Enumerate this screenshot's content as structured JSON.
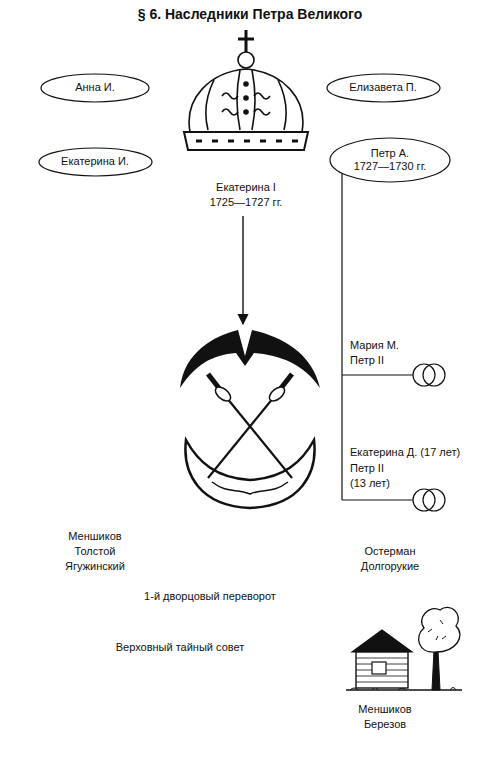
{
  "diagram": {
    "title": "§ 6. Наследники Петра Великого",
    "nodes": [
      {
        "text": [
          "Анна И."
        ]
      },
      {
        "text": [
          "Екатерина И."
        ]
      },
      {
        "text": [
          "Елизавета П."
        ]
      },
      {
        "text": [
          "Петр А.",
          "1727—1730 гг."
        ]
      }
    ],
    "labels": [
      "Екатерина I",
      "1725—1727 гг.",
      "Мария М.",
      "Петр II",
      "Екатерина Д. (17 лет)",
      "Петр II",
      "(13 лет)",
      "Меншиков",
      "Толстой",
      "Ягужинский",
      "Остерман",
      "Долгорукие",
      "1-й дворцовый переворот",
      "Верховный тайный совет",
      "Меншиков",
      "Березов"
    ]
  }
}
